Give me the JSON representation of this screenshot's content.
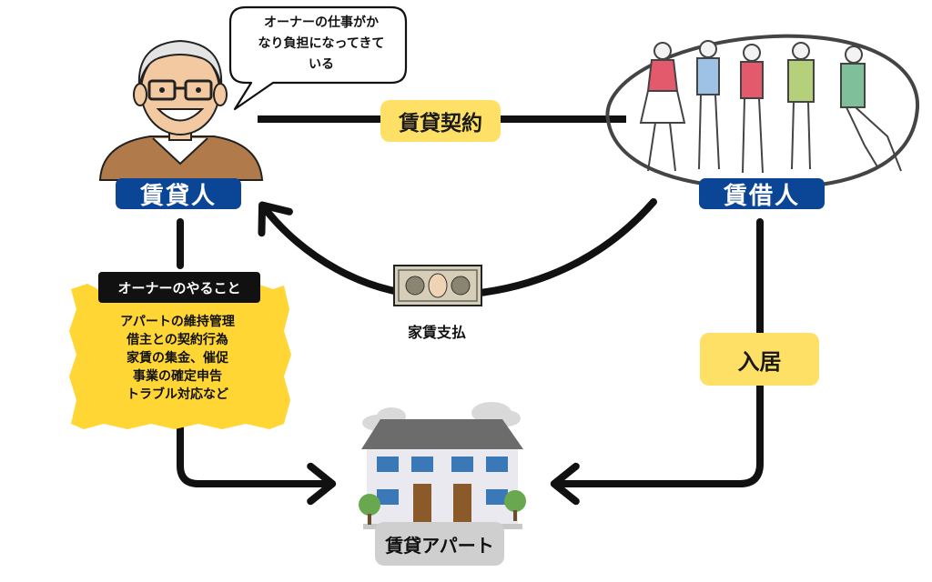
{
  "speech_bubble": {
    "text_lines": [
      "オーナーの仕事がか",
      "なり負担になってきて",
      "いる"
    ]
  },
  "landlord": {
    "label": "賃貸人"
  },
  "tenant": {
    "label": "賃借人"
  },
  "contract": {
    "label": "賃貸契約"
  },
  "payment": {
    "caption": "家賃支払"
  },
  "move_in": {
    "label": "入居"
  },
  "duties": {
    "title": "オーナーのやること",
    "items": [
      "アパートの維持管理",
      "借主との契約行為",
      "家賃の集金、催促",
      "事業の確定申告",
      "トラブル対応など"
    ]
  },
  "apartment": {
    "label": "賃貸アパート"
  },
  "colors": {
    "label_blue": "#0b4596",
    "highlight_yellow": "#ffe066",
    "arrow": "#111111",
    "apartment_label_bg": "#cfcfcf"
  }
}
